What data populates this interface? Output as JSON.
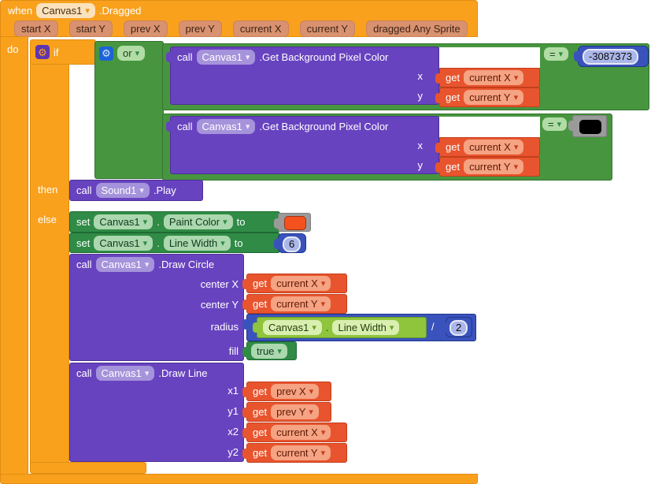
{
  "labels": {
    "when": "when",
    "do": "do",
    "if": "if",
    "then": "then",
    "else": "else",
    "call": "call",
    "set": "set",
    "to": "to",
    "get": "get",
    "dot": ".",
    "or": "or",
    "div": "/"
  },
  "colors": {
    "event_orange": "#F9A11D",
    "logic_green": "#47963F",
    "setter_green": "#2F8B45",
    "method_purple": "#6843C0",
    "variable_orange": "#E8542D",
    "math_blue": "#3A53BC",
    "getter_green": "#8FC43D",
    "paint_color": "#F4511E",
    "compare_color": "#000000"
  },
  "when_event": {
    "component": "Canvas1",
    "event": ".Dragged",
    "params": [
      "start X",
      "start Y",
      "prev X",
      "prev Y",
      "current X",
      "current Y",
      "dragged Any Sprite"
    ]
  },
  "cond1": {
    "component": "Canvas1",
    "method": ".Get Background Pixel Color",
    "x_label": "x",
    "x_var": "current X",
    "y_label": "y",
    "y_var": "current Y",
    "op": "=",
    "value": "-3087373"
  },
  "cond2": {
    "component": "Canvas1",
    "method": ".Get Background Pixel Color",
    "x_label": "x",
    "x_var": "current X",
    "y_label": "y",
    "y_var": "current Y",
    "op": "=",
    "color": "#000000"
  },
  "then_call": {
    "component": "Sound1",
    "method": ".Play"
  },
  "set_paint": {
    "component": "Canvas1",
    "property": "Paint Color",
    "color": "#F4511E"
  },
  "set_width": {
    "component": "Canvas1",
    "property": "Line Width",
    "value": "6"
  },
  "draw_circle": {
    "component": "Canvas1",
    "method": ".Draw Circle",
    "centerX_label": "center X",
    "centerX_var": "current X",
    "centerY_label": "center Y",
    "centerY_var": "current Y",
    "radius_label": "radius",
    "radius_expr": {
      "component": "Canvas1",
      "property": "Line Width",
      "op": "/",
      "value": "2"
    },
    "fill_label": "fill",
    "fill_value": "true"
  },
  "draw_line": {
    "component": "Canvas1",
    "method": ".Draw Line",
    "x1_label": "x1",
    "x1_var": "prev X",
    "y1_label": "y1",
    "y1_var": "prev Y",
    "x2_label": "x2",
    "x2_var": "current X",
    "y2_label": "y2",
    "y2_var": "current Y"
  }
}
